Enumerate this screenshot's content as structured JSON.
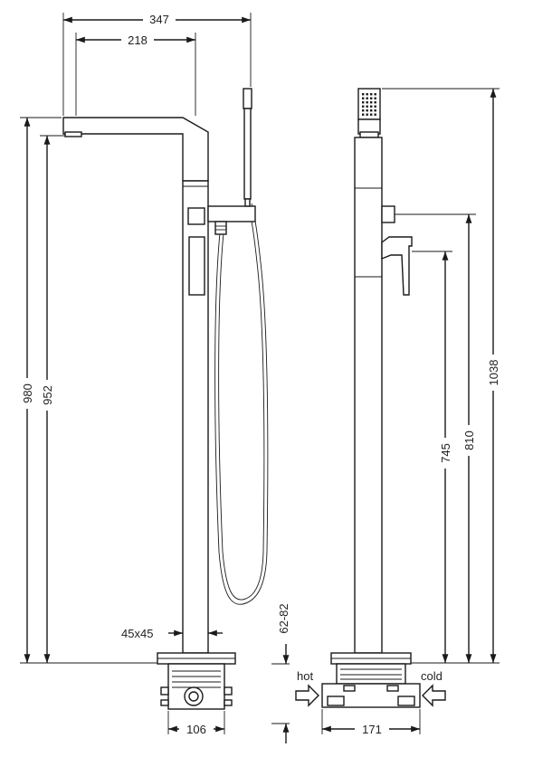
{
  "dimensions": {
    "overall_width": "347",
    "spout_reach": "218",
    "front_total_height": "980",
    "front_spout_height": "952",
    "column_size": "45x45",
    "clearance": "62-82",
    "base_width_front": "106",
    "side_total_height": "1038",
    "side_lever_height": "810",
    "side_diverter_height": "745",
    "base_width_side": "171"
  },
  "labels": {
    "hot": "hot",
    "cold": "cold"
  },
  "colors": {
    "ink": "#1a1a1a",
    "background": "#ffffff"
  }
}
